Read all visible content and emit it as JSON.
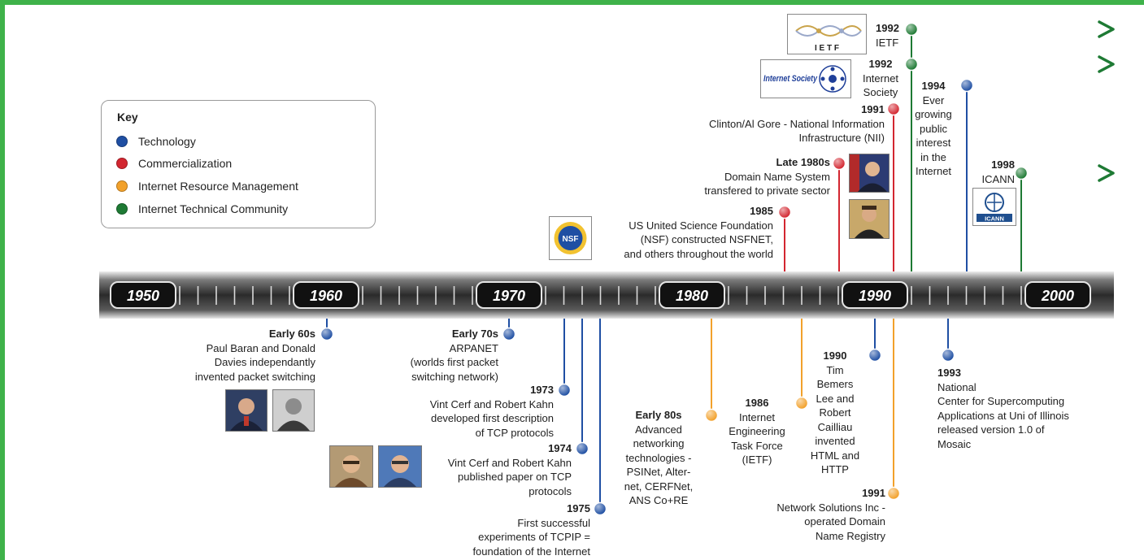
{
  "key": {
    "title": "Key",
    "items": [
      {
        "label": "Technology",
        "color": "#1f4fa3"
      },
      {
        "label": "Commercialization",
        "color": "#d32630"
      },
      {
        "label": "Internet Resource Management",
        "color": "#f2a12b"
      },
      {
        "label": "Internet Technical Community",
        "color": "#1e7a34"
      }
    ]
  },
  "decades": [
    "1950",
    "1960",
    "1970",
    "1980",
    "1990",
    "2000"
  ],
  "events": {
    "early60s": {
      "year": "Early 60s",
      "desc": "Paul Baran and Donald\nDavies independantly\ninvented packet switching"
    },
    "early70s": {
      "year": "Early 70s",
      "desc": "ARPANET\n(worlds first packet\nswitching network)"
    },
    "e1973": {
      "year": "1973",
      "desc": "Vint Cerf and Robert Kahn\ndeveloped first description\nof TCP protocols"
    },
    "e1974": {
      "year": "1974",
      "desc": "Vint Cerf and Robert Kahn\npublished paper on TCP\nprotocols"
    },
    "e1975": {
      "year": "1975",
      "desc": "First successful\nexperiments of TCPIP =\nfoundation of the Internet"
    },
    "early80s": {
      "year": "Early 80s",
      "desc": "Advanced\nnetworking\ntechnologies -\nPSINet, Alter-\nnet, CERFNet,\nANS Co+RE"
    },
    "e1985": {
      "year": "1985",
      "desc": "US United Science Foundation\n(NSF) constructed NSFNET,\nand others throughout the world"
    },
    "e1986": {
      "year": "1986",
      "desc": "Internet\nEngineering\nTask Force\n(IETF)"
    },
    "late80s": {
      "year": "Late 1980s",
      "desc": "Domain Name System\ntransfered to private sector"
    },
    "e1990": {
      "year": "1990",
      "desc": "Tim\nBemers\nLee and\nRobert\nCailliau\ninvented\nHTML and\nHTTP"
    },
    "e1991a": {
      "year": "1991",
      "desc": "Clinton/Al Gore - National Information\nInfrastructure (NII)"
    },
    "e1991b": {
      "year": "1991",
      "desc": "Network Solutions Inc -\noperated Domain\nName Registry"
    },
    "e1992a": {
      "year": "1992",
      "desc": "IETF"
    },
    "e1992b": {
      "year": "1992",
      "desc": "Internet\nSociety"
    },
    "e1993": {
      "year": "1993",
      "desc": "National\nCenter for Supercomputing\nApplications at Uni of Illinois\nreleased version 1.0 of\nMosaic"
    },
    "e1994": {
      "year": "1994",
      "desc": "Ever\ngrowing\npublic\ninterest\nin the\nInternet"
    },
    "e1998": {
      "year": "1998",
      "desc": "ICANN"
    }
  },
  "logos": {
    "ietf": "I  E  T  F",
    "isoc": "Internet Society",
    "nsf": "NSF",
    "icann": "ICANN"
  }
}
